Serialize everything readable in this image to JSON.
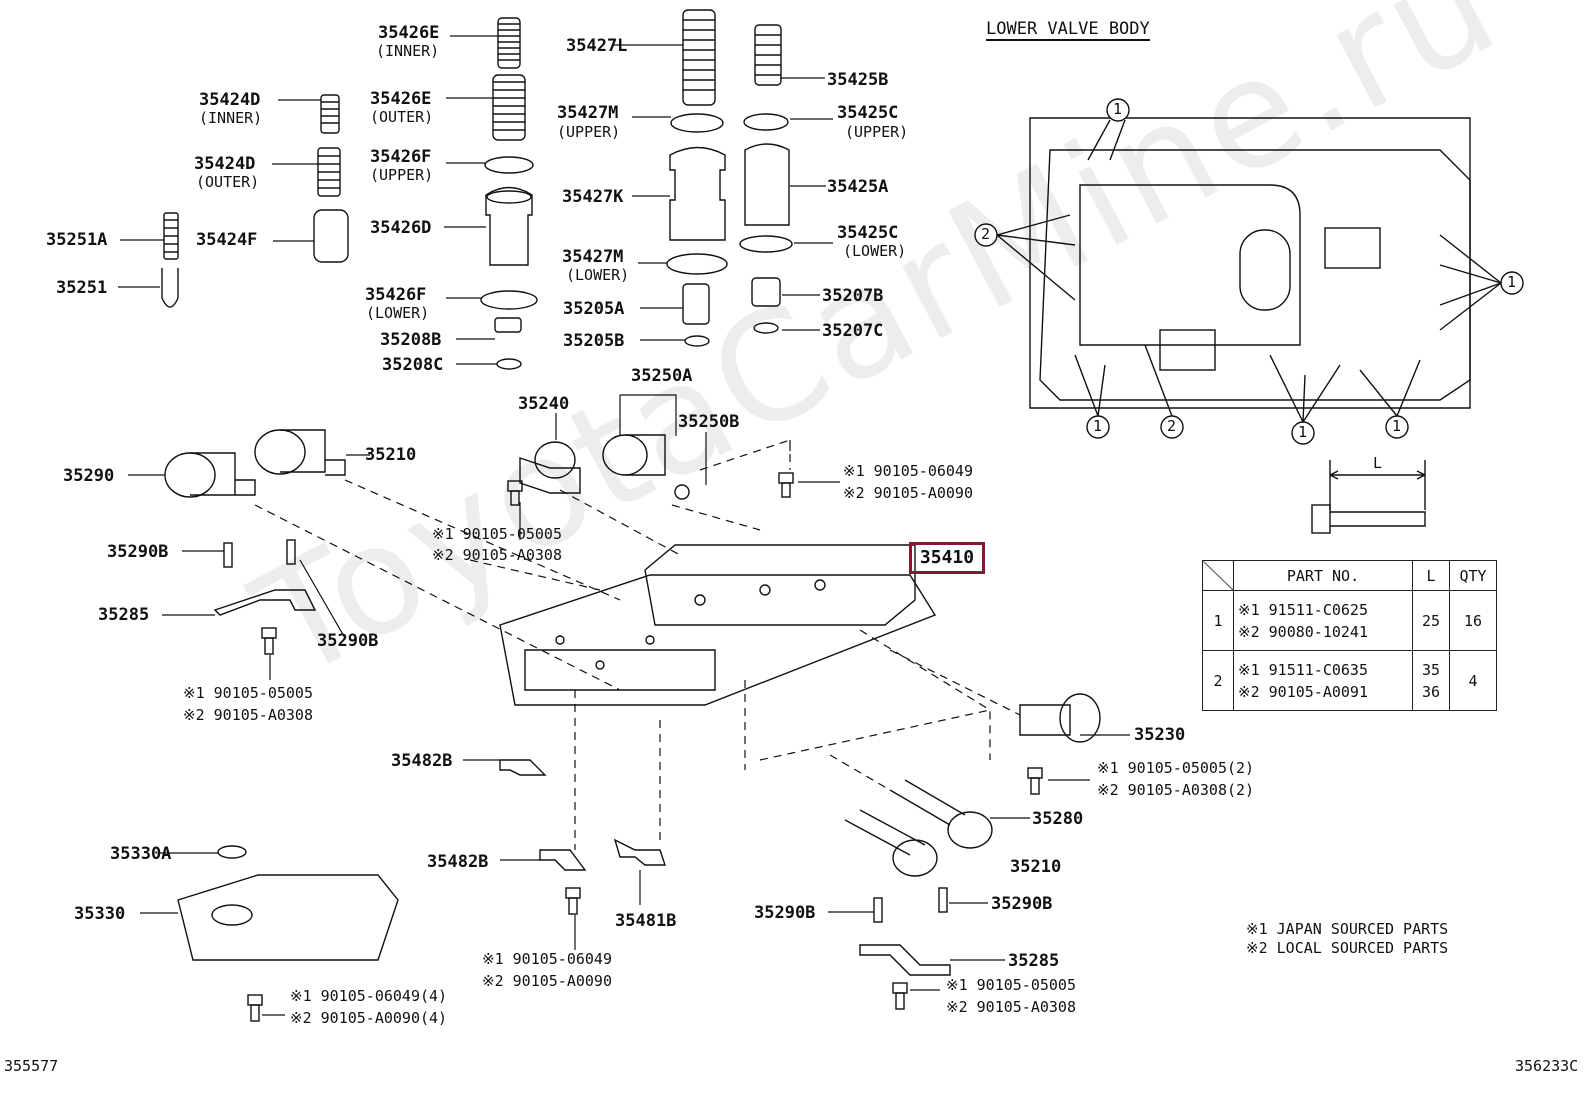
{
  "title": "LOWER VALVE BODY",
  "watermark": "ToyotaCarMine.ru",
  "highlight_part": "35410",
  "corner_codes": {
    "left": "355577",
    "right": "356233C"
  },
  "labels": [
    {
      "id": "p35426E_i",
      "text": "35426E",
      "sub": "(INNER)"
    },
    {
      "id": "p35427L",
      "text": "35427L"
    },
    {
      "id": "p35425B",
      "text": "35425B"
    },
    {
      "id": "p35424D_i",
      "text": "35424D",
      "sub": "(INNER)"
    },
    {
      "id": "p35426E_o",
      "text": "35426E",
      "sub": "(OUTER)"
    },
    {
      "id": "p35427M_u",
      "text": "35427M",
      "sub": "(UPPER)"
    },
    {
      "id": "p35425C_u",
      "text": "35425C",
      "sub": "(UPPER)"
    },
    {
      "id": "p35424D_o",
      "text": "35424D",
      "sub": "(OUTER)"
    },
    {
      "id": "p35426F_u",
      "text": "35426F",
      "sub": "(UPPER)"
    },
    {
      "id": "p35427K",
      "text": "35427K"
    },
    {
      "id": "p35425A",
      "text": "35425A"
    },
    {
      "id": "p35251A",
      "text": "35251A"
    },
    {
      "id": "p35424F",
      "text": "35424F"
    },
    {
      "id": "p35426D",
      "text": "35426D"
    },
    {
      "id": "p35425C_l",
      "text": "35425C",
      "sub": "(LOWER)"
    },
    {
      "id": "p35427M_l",
      "text": "35427M",
      "sub": "(LOWER)"
    },
    {
      "id": "p35251",
      "text": "35251"
    },
    {
      "id": "p35426F_l",
      "text": "35426F",
      "sub": "(LOWER)"
    },
    {
      "id": "p35205A",
      "text": "35205A"
    },
    {
      "id": "p35207B",
      "text": "35207B"
    },
    {
      "id": "p35208B",
      "text": "35208B"
    },
    {
      "id": "p35205B",
      "text": "35205B"
    },
    {
      "id": "p35207C",
      "text": "35207C"
    },
    {
      "id": "p35208C",
      "text": "35208C"
    },
    {
      "id": "p35250A",
      "text": "35250A"
    },
    {
      "id": "p35240",
      "text": "35240"
    },
    {
      "id": "p35250B",
      "text": "35250B"
    },
    {
      "id": "p35210a",
      "text": "35210"
    },
    {
      "id": "p35290",
      "text": "35290"
    },
    {
      "id": "p35290B_a",
      "text": "35290B"
    },
    {
      "id": "p35285_a",
      "text": "35285"
    },
    {
      "id": "p35290B_b",
      "text": "35290B"
    },
    {
      "id": "p35482B_a",
      "text": "35482B"
    },
    {
      "id": "p35230",
      "text": "35230"
    },
    {
      "id": "p35280",
      "text": "35280"
    },
    {
      "id": "p35330A",
      "text": "35330A"
    },
    {
      "id": "p35482B_b",
      "text": "35482B"
    },
    {
      "id": "p35210b",
      "text": "35210"
    },
    {
      "id": "p35330",
      "text": "35330"
    },
    {
      "id": "p35481B",
      "text": "35481B"
    },
    {
      "id": "p35290B_c",
      "text": "35290B"
    },
    {
      "id": "p35290B_d",
      "text": "35290B"
    },
    {
      "id": "p35285_b",
      "text": "35285"
    }
  ],
  "bolt_notes": [
    {
      "id": "n1",
      "l1": "※1 90105-06049",
      "l2": "※2 90105-A0090"
    },
    {
      "id": "n2",
      "l1": "※1 90105-05005",
      "l2": "※2 90105-A0308"
    },
    {
      "id": "n3",
      "l1": "※1 90105-05005",
      "l2": "※2 90105-A0308"
    },
    {
      "id": "n4",
      "l1": "※1 90105-05005(2)",
      "l2": "※2 90105-A0308(2)"
    },
    {
      "id": "n5",
      "l1": "※1 90105-06049",
      "l2": "※2 90105-A0090"
    },
    {
      "id": "n6",
      "l1": "※1 90105-06049(4)",
      "l2": "※2 90105-A0090(4)"
    },
    {
      "id": "n7",
      "l1": "※1 90105-05005",
      "l2": "※2 90105-A0308"
    }
  ],
  "bolt_dim_label": "L",
  "table": {
    "headers": [
      "",
      "PART NO.",
      "L",
      "QTY"
    ],
    "rows": [
      {
        "key": "1",
        "parts": [
          "※1  91511-C0625",
          "※2  90080-10241"
        ],
        "L": [
          "25"
        ],
        "qty": "16"
      },
      {
        "key": "2",
        "parts": [
          "※1  91511-C0635",
          "※2  90105-A0091"
        ],
        "L": [
          "35",
          "36"
        ],
        "qty": "4"
      }
    ]
  },
  "legend": [
    "※1  JAPAN SOURCED PARTS",
    "※2  LOCAL SOURCED PARTS"
  ],
  "callouts": [
    "1",
    "2"
  ]
}
